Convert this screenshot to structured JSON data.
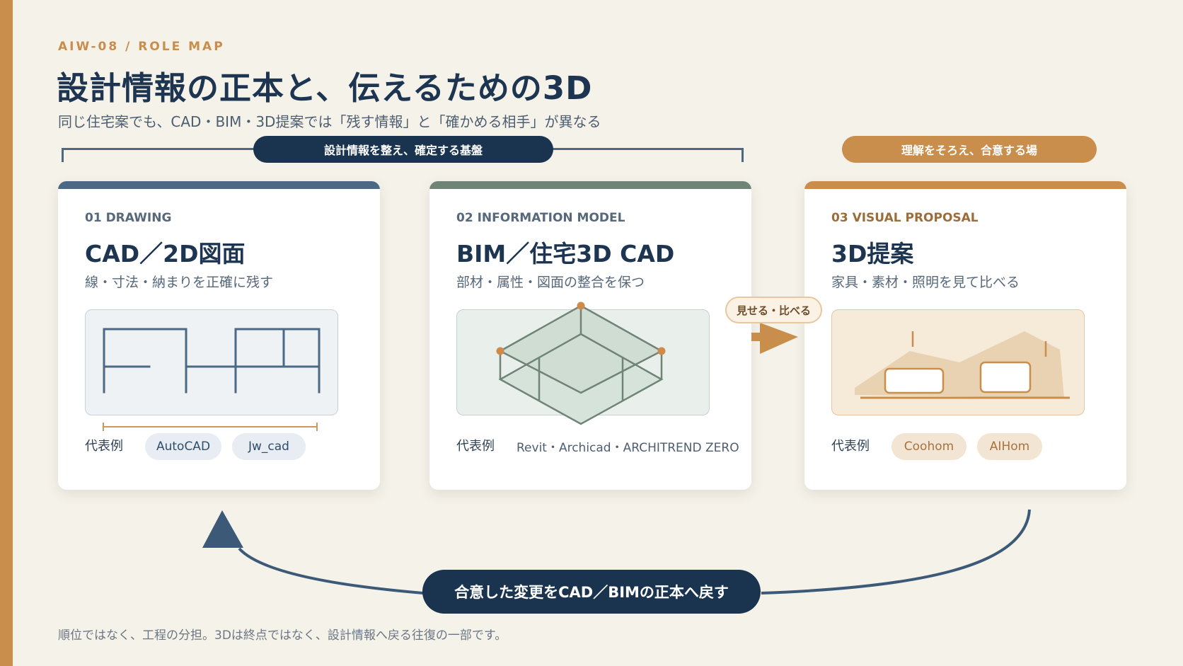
{
  "header": {
    "eyebrow": "AIW-08 / ROLE MAP",
    "title": "設計情報の正本と、伝えるための3D",
    "subtitle": "同じ住宅案でも、CAD・BIM・3D提案では「残す情報」と「確かめる相手」が異なる"
  },
  "groups": {
    "foundation_label": "設計情報を整え、確定する基盤",
    "agreement_label": "理解をそろえ、合意する場"
  },
  "cards": [
    {
      "kicker": "01 DRAWING",
      "title": "CAD／2D図面",
      "desc": "線・寸法・納まりを正確に残す",
      "examples_label": "代表例",
      "examples": [
        "AutoCAD",
        "Jw_cad"
      ],
      "accent_color": "#4b6885"
    },
    {
      "kicker": "02 INFORMATION MODEL",
      "title": "BIM／住宅3D CAD",
      "desc": "部材・属性・図面の整合を保つ",
      "examples_label": "代表例",
      "examples_text": "Revit・Archicad・ARCHITREND ZERO",
      "accent_color": "#6f8477"
    },
    {
      "kicker": "03 VISUAL PROPOSAL",
      "title": "3D提案",
      "desc": "家具・素材・照明を見て比べる",
      "examples_label": "代表例",
      "examples": [
        "Coohom",
        "AIHom"
      ],
      "accent_color": "#c98d4c"
    }
  ],
  "connector_label": "見せる・比べる",
  "loop_label": "合意した変更をCAD／BIMの正本へ戻す",
  "footnote": "順位ではなく、工程の分担。3Dは終点ではなく、設計情報へ戻る往復の一部です。",
  "colors": {
    "navy": "#1a3450",
    "orange": "#c98d4c",
    "sage": "#6f8477",
    "slate": "#4b6885",
    "background": "#f5f2ea"
  }
}
